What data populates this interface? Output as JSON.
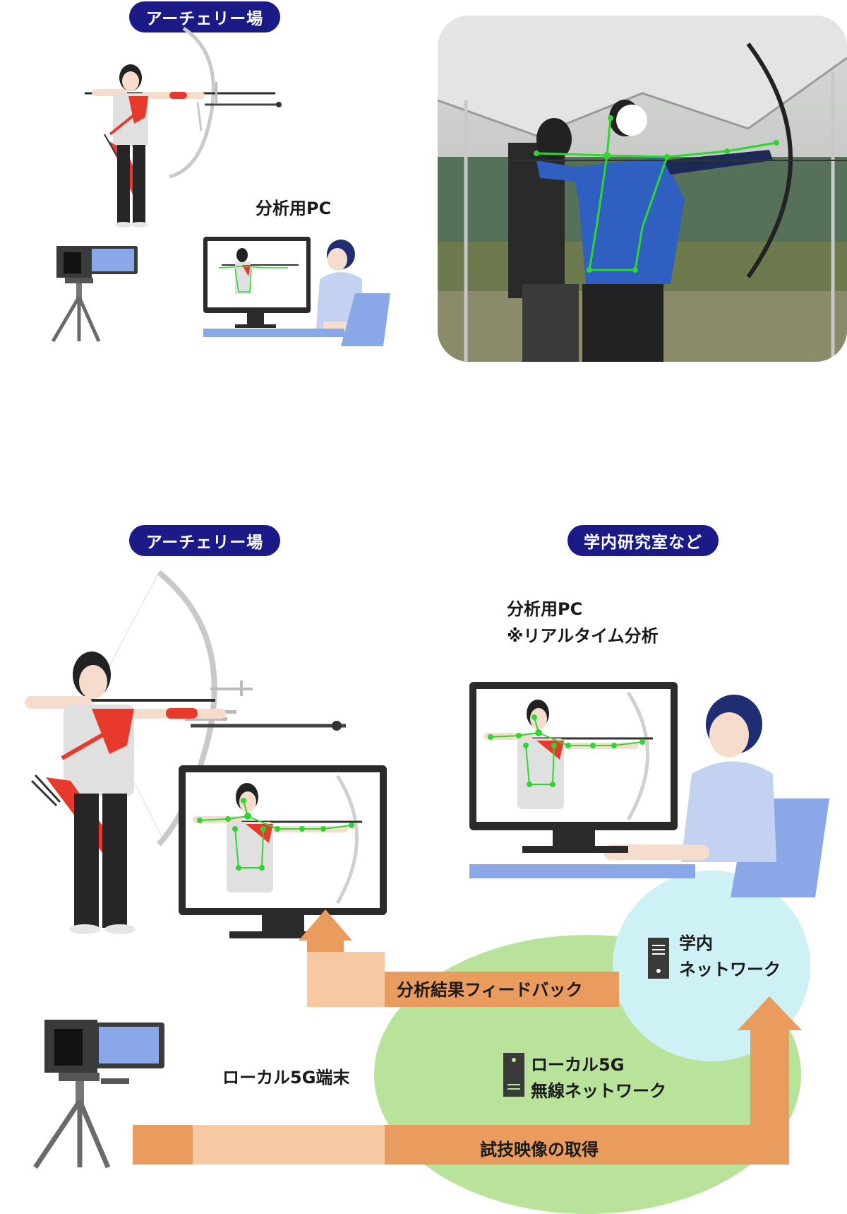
{
  "top": {
    "location_badge": "アーチェリー場",
    "pc_label": "分析用PC"
  },
  "bottom": {
    "location_badge": "アーチェリー場",
    "lab_badge": "学内研究室など",
    "pc_label_line1": "分析用PC",
    "pc_label_line2": "※リアルタイム分析",
    "campus_network_line1": "学内",
    "campus_network_line2": "ネットワーク",
    "local5g_network_line1": "ローカル5G",
    "local5g_network_line2": "無線ネットワーク",
    "terminal_label": "ローカル5G端末",
    "feedback_label": "分析結果フィードバック",
    "capture_label": "試技映像の取得"
  },
  "colors": {
    "badge": "#1b1a87",
    "arrow_dark": "#ea9c5e",
    "arrow_light": "#f6c9a3",
    "campus_bubble": "#cdf1f4",
    "local5g_bubble": "#b9e39a",
    "skeleton": "#2fd62f",
    "archer_red": "#e8392d"
  }
}
